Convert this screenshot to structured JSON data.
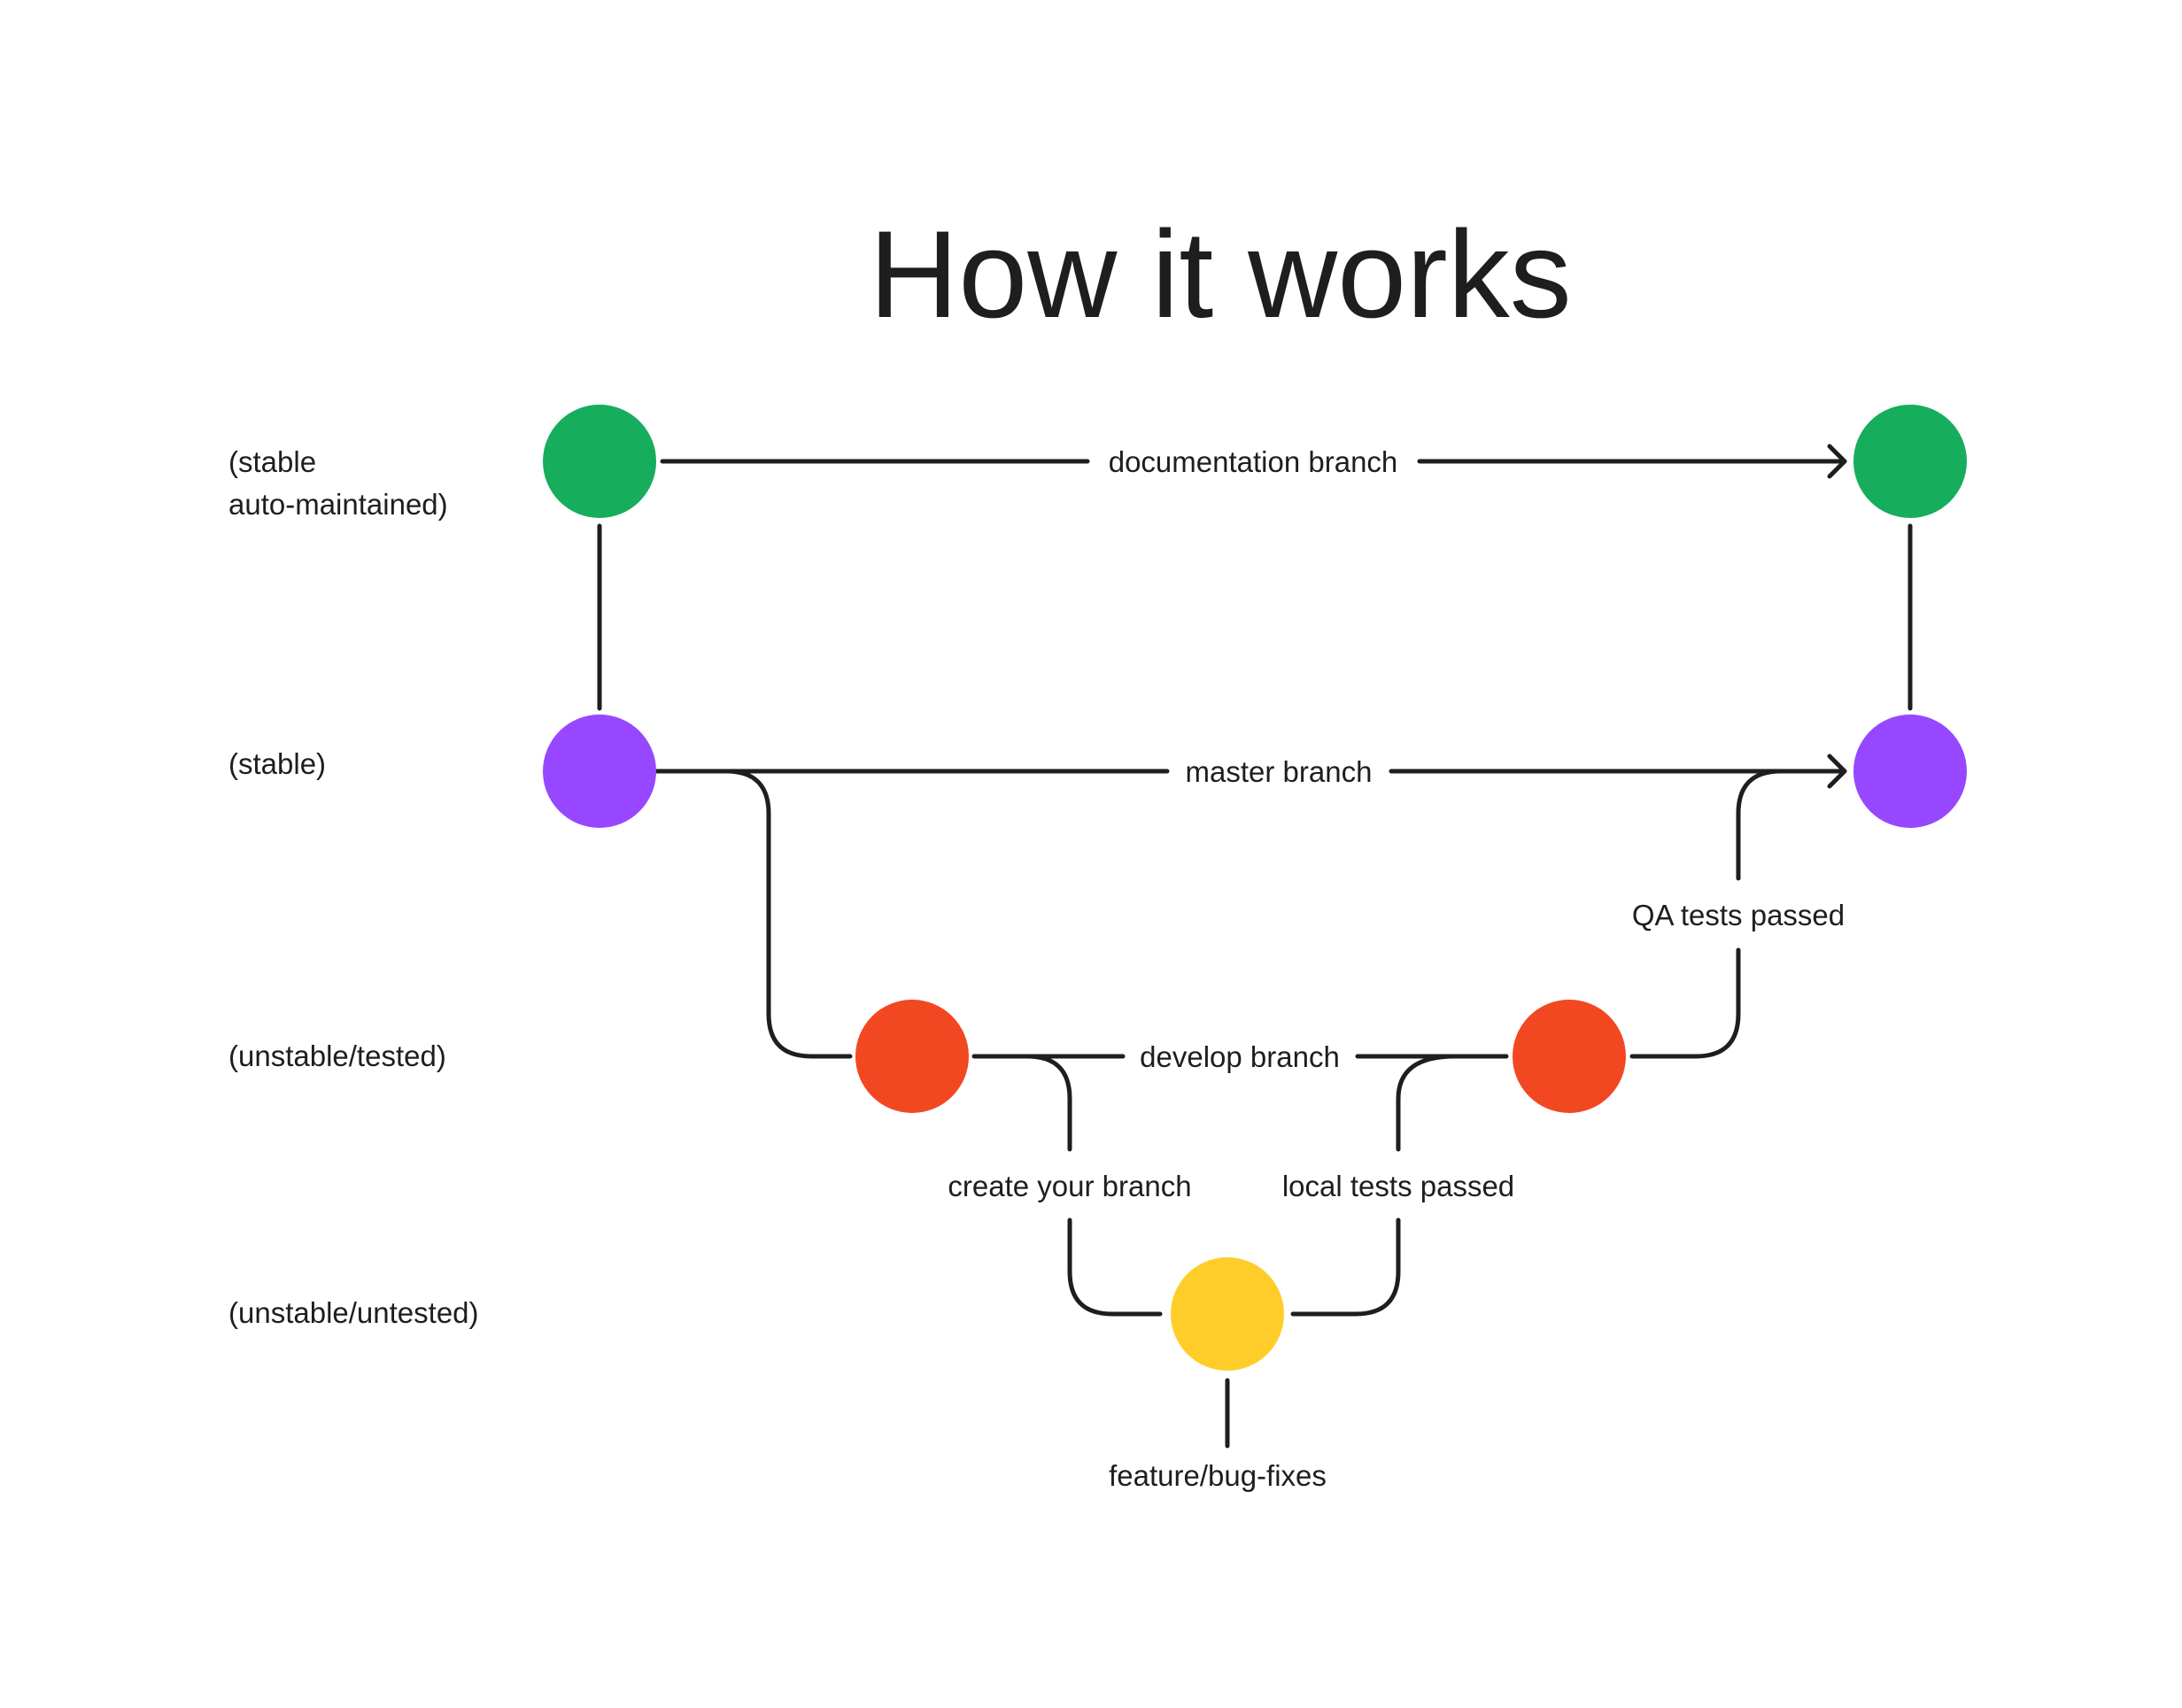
{
  "title": "How it works",
  "row_labels": {
    "documentation": [
      "(stable",
      "auto-maintained)"
    ],
    "master": "(stable)",
    "develop": "(unstable/tested)",
    "feature": "(unstable/untested)"
  },
  "branch_labels": {
    "documentation": "documentation branch",
    "master": "master branch",
    "develop": "develop branch"
  },
  "step_labels": {
    "create": "create your branch",
    "local_tests": "local tests passed",
    "qa_tests": "QA tests passed",
    "feature": "feature/bug-fixes"
  },
  "colors": {
    "documentation": "#16ad5c",
    "master": "#9747ff",
    "develop": "#f24822",
    "feature": "#ffcd29",
    "line": "#1e1e1e"
  }
}
